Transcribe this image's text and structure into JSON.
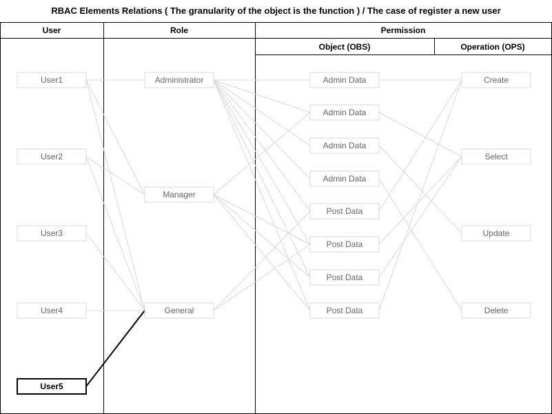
{
  "title": "RBAC Elements Relations ( The granularity of the object is the function ) / The case of register a new user",
  "headers": {
    "user": "User",
    "role": "Role",
    "permission": "Permission",
    "object": "Object (OBS)",
    "operation": "Operation (OPS)"
  },
  "users": [
    "User1",
    "User2",
    "User3",
    "User4",
    "User5"
  ],
  "roles": [
    "Administrator",
    "Manager",
    "General"
  ],
  "objects": [
    "Admin Data",
    "Admin Data",
    "Admin Data",
    "Admin Data",
    "Post Data",
    "Post Data",
    "Post Data",
    "Post Data"
  ],
  "operations": [
    "Create",
    "Select",
    "Update",
    "Delete"
  ],
  "highlighted_user": "User5",
  "user_role_edges": [
    [
      "User1",
      "Administrator"
    ],
    [
      "User1",
      "Manager"
    ],
    [
      "User1",
      "General"
    ],
    [
      "User2",
      "Manager"
    ],
    [
      "User2",
      "General"
    ],
    [
      "User3",
      "General"
    ],
    [
      "User4",
      "General"
    ],
    [
      "User5",
      "General"
    ]
  ],
  "highlighted_edges": [
    [
      "User5",
      "General"
    ]
  ]
}
